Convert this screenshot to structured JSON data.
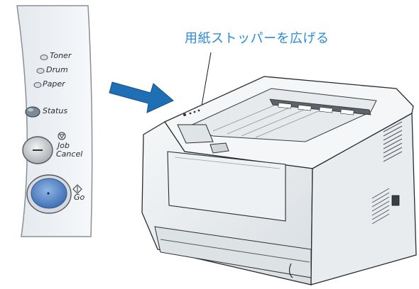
{
  "callout": {
    "text": "用紙ストッパーを広げる"
  },
  "control_panel": {
    "leds": [
      {
        "label": "Toner"
      },
      {
        "label": "Drum"
      },
      {
        "label": "Paper"
      }
    ],
    "status_label": "Status",
    "job_cancel": {
      "line1": "Job",
      "line2": "Cancel"
    },
    "go_label": "Go"
  },
  "colors": {
    "callout_text": "#2b8bd6",
    "arrow": "#1f6fb5",
    "panel_bg": "#eef1f4"
  }
}
